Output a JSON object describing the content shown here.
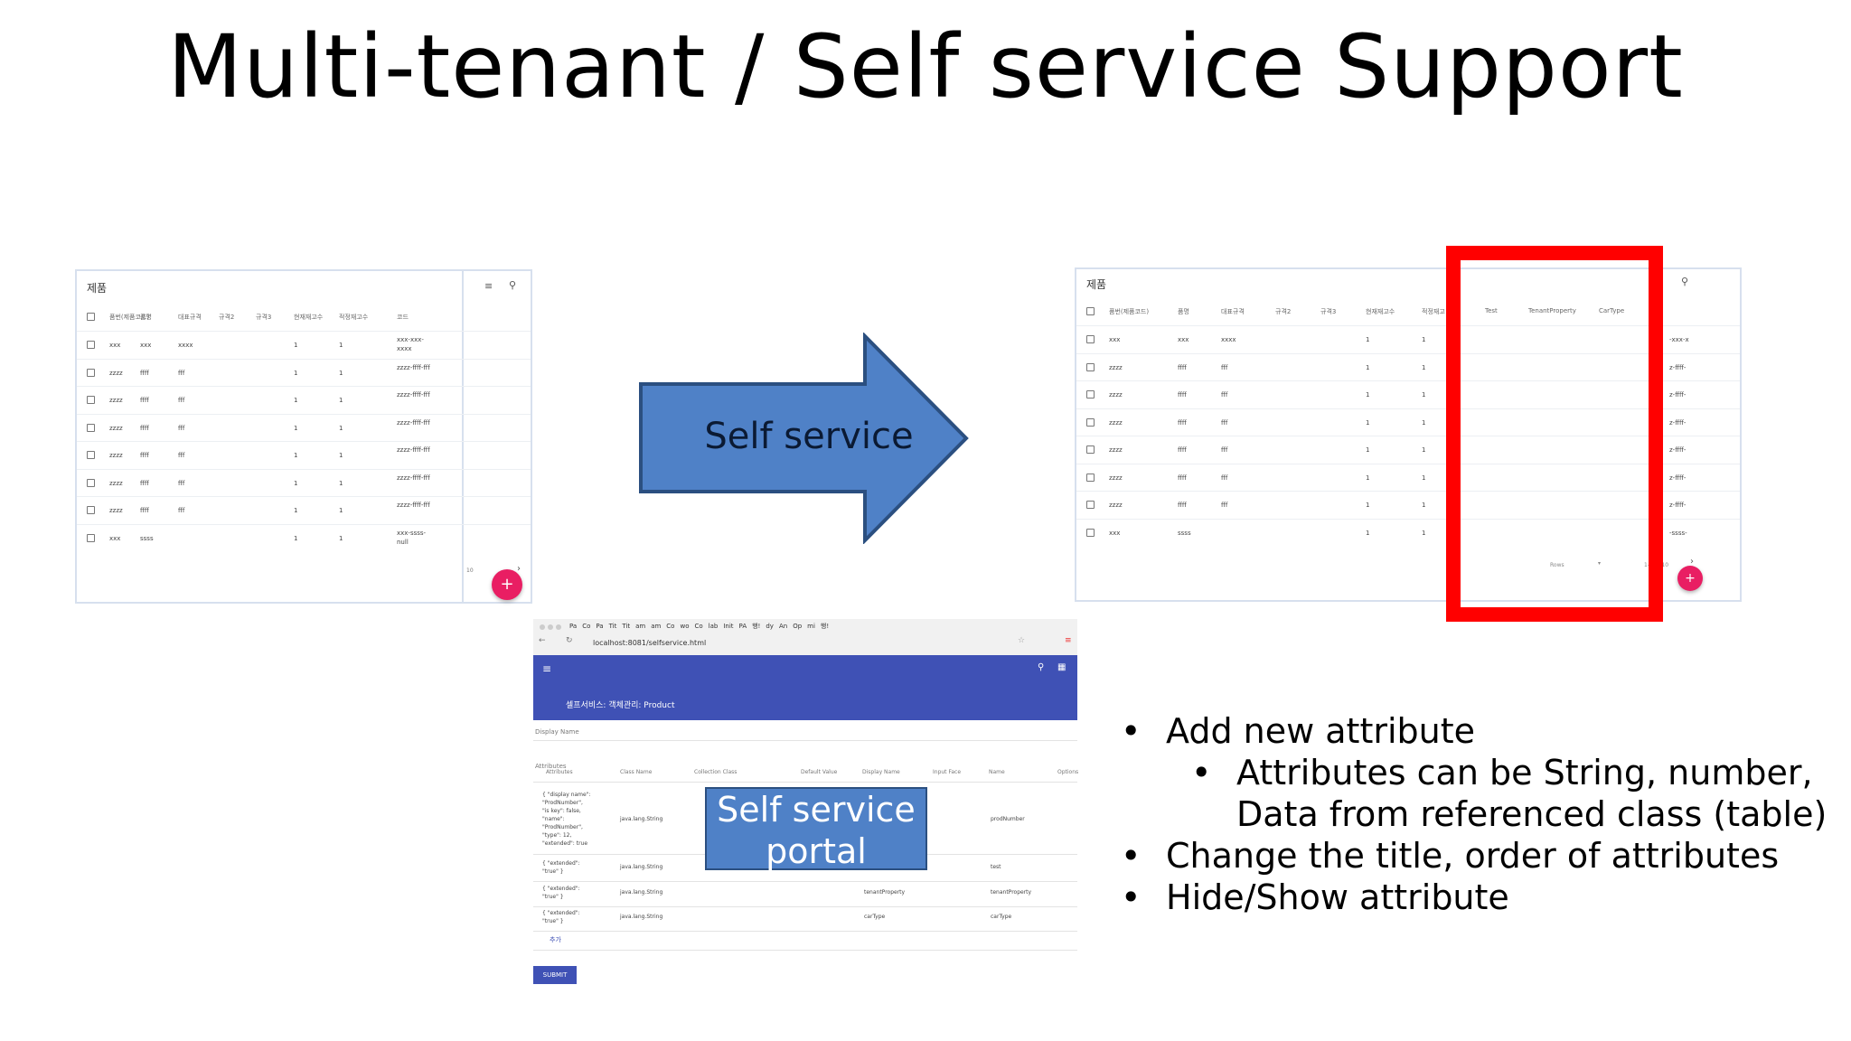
{
  "slide_title": "Multi-tenant / Self service Support",
  "arrow_label": "Self service",
  "callout_label": "Self service portal",
  "bullets": [
    {
      "level": 1,
      "text": "Add new attribute"
    },
    {
      "level": 2,
      "text": "Attributes can be String, number, Data from referenced class (table)"
    },
    {
      "level": 1,
      "text": "Change the title, order of attributes"
    },
    {
      "level": 1,
      "text": "Hide/Show attribute"
    }
  ],
  "left_table": {
    "title": "제품",
    "headers": [
      "품번(제품코드)",
      "품명",
      "대표규격",
      "규격2",
      "규격3",
      "현재재고수",
      "적정재고수",
      "코드"
    ],
    "rows": [
      [
        "xxx",
        "xxx",
        "xxxx",
        "",
        "",
        "1",
        "1",
        "xxx-xxx-xxxx"
      ],
      [
        "zzzz",
        "ffff",
        "fff",
        "",
        "",
        "1",
        "1",
        "zzzz-ffff-fff"
      ],
      [
        "zzzz",
        "ffff",
        "fff",
        "",
        "",
        "1",
        "1",
        "zzzz-ffff-fff"
      ],
      [
        "zzzz",
        "ffff",
        "fff",
        "",
        "",
        "1",
        "1",
        "zzzz-ffff-fff"
      ],
      [
        "zzzz",
        "ffff",
        "fff",
        "",
        "",
        "1",
        "1",
        "zzzz-ffff-fff"
      ],
      [
        "zzzz",
        "ffff",
        "fff",
        "",
        "",
        "1",
        "1",
        "zzzz-ffff-fff"
      ],
      [
        "zzzz",
        "ffff",
        "fff",
        "",
        "",
        "1",
        "1",
        "zzzz-ffff-fff"
      ],
      [
        "xxx",
        "ssss",
        "",
        "",
        "",
        "1",
        "1",
        "xxx-ssss-null"
      ]
    ],
    "footer_rows": "10",
    "fab": "+"
  },
  "right_table": {
    "title": "제품",
    "headers": [
      "품번(제품코드)",
      "품명",
      "대표규격",
      "규격2",
      "규격3",
      "현재재고수",
      "적정재고",
      "Test",
      "TenantProperty",
      "CarType"
    ],
    "rows": [
      [
        "xxx",
        "xxx",
        "xxxx",
        "",
        "",
        "1",
        "1",
        "-xxx-x"
      ],
      [
        "zzzz",
        "ffff",
        "fff",
        "",
        "",
        "1",
        "1",
        "z-ffff-"
      ],
      [
        "zzzz",
        "ffff",
        "fff",
        "",
        "",
        "1",
        "1",
        "z-ffff-"
      ],
      [
        "zzzz",
        "ffff",
        "fff",
        "",
        "",
        "1",
        "1",
        "z-ffff-"
      ],
      [
        "zzzz",
        "ffff",
        "fff",
        "",
        "",
        "1",
        "1",
        "z-ffff-"
      ],
      [
        "zzzz",
        "ffff",
        "fff",
        "",
        "",
        "1",
        "1",
        "z-ffff-"
      ],
      [
        "zzzz",
        "ffff",
        "fff",
        "",
        "",
        "1",
        "1",
        "z-ffff-"
      ],
      [
        "xxx",
        "ssss",
        "",
        "",
        "",
        "1",
        "1",
        "-ssss-"
      ]
    ],
    "footer_rows_label": "Rows",
    "footer_range": "1-5 of 10",
    "fab": "+"
  },
  "browser": {
    "tabs": [
      "Pa",
      "Co",
      "Pa",
      "Tit",
      "Tit",
      "am",
      "am",
      "Co",
      "wo",
      "Co",
      "lab",
      "Init",
      "PA",
      "행!",
      "dy",
      "An",
      "Op",
      "mi",
      "행!"
    ],
    "url": "localhost:8081/selfservice.html",
    "app_title": "셀프서비스: 객체관리: Product",
    "display_name_label": "Display Name",
    "attributes_label": "Attributes",
    "columns": [
      "Attributes",
      "Class Name",
      "Collection Class",
      "Default Value",
      "Display Name",
      "Input Face",
      "Name",
      "Options"
    ],
    "rows": [
      {
        "json": "{ \"display name\":\n\"ProdNumber\",\n\"is key\": false,\n\"name\":\n\"ProdNumber\",\n\"type\": 12,\n\"extended\": true",
        "class": "java.lang.String",
        "display": "",
        "name": "prodNumber"
      },
      {
        "json": "{ \"extended\":\n\"true\" }",
        "class": "java.lang.String",
        "display": "",
        "name": "test"
      },
      {
        "json": "{ \"extended\":\n\"true\" }",
        "class": "java.lang.String",
        "display": "tenantProperty",
        "name": "tenantProperty"
      },
      {
        "json": "{ \"extended\":\n\"true\" }",
        "class": "java.lang.String",
        "display": "carType",
        "name": "carType"
      }
    ],
    "add_label": "추가",
    "submit_label": "SUBMIT"
  },
  "colors": {
    "arrow_fill": "#4f81c7",
    "arrow_stroke": "#2b4f80",
    "highlight": "#ff0000",
    "fab": "#e91e63",
    "appbar": "#3f51b5"
  }
}
